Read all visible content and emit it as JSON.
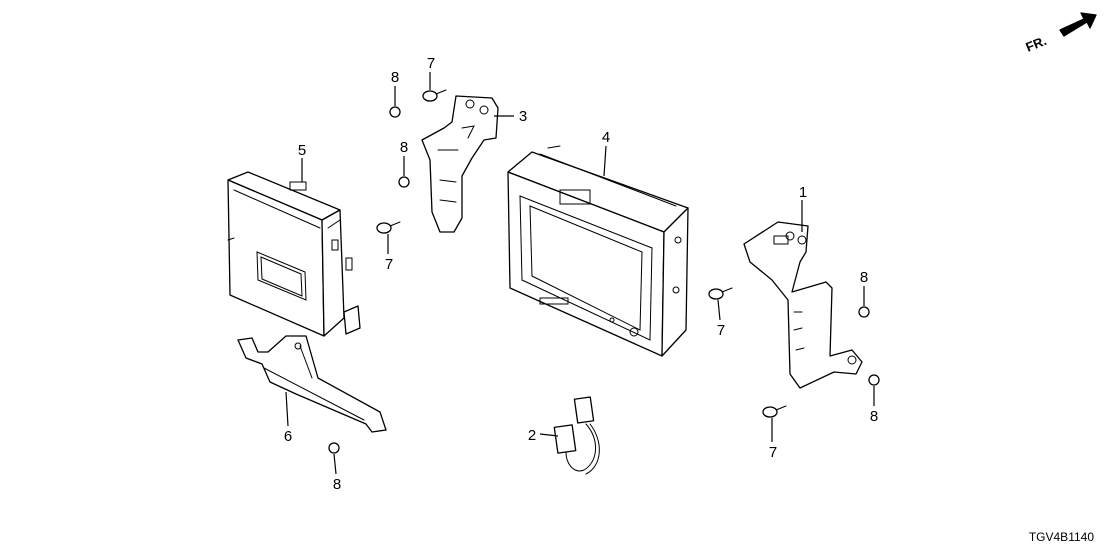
{
  "diagram": {
    "code": "TGV4B1140",
    "direction_label": "FR.",
    "callouts": {
      "c1": "1",
      "c2": "2",
      "c3": "3",
      "c4": "4",
      "c5": "5",
      "c6": "6",
      "c7a": "7",
      "c7b": "7",
      "c7c": "7",
      "c7d": "7",
      "c8a": "8",
      "c8b": "8",
      "c8c": "8",
      "c8d": "8",
      "c8e": "8"
    }
  }
}
